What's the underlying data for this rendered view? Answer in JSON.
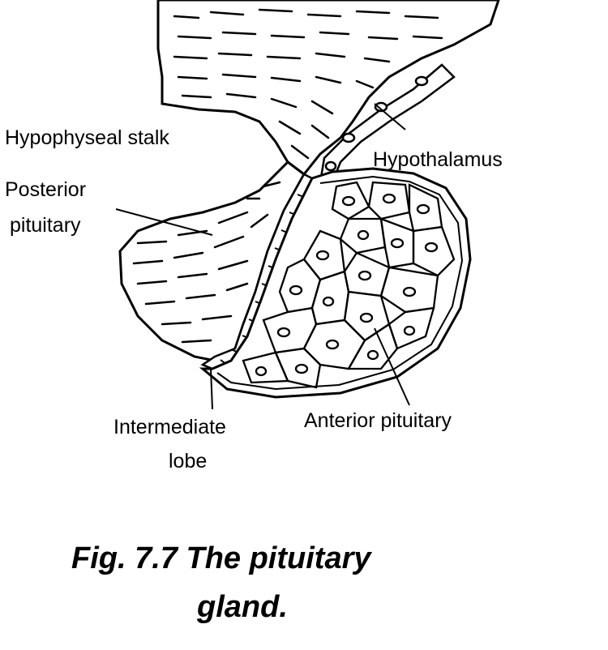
{
  "labels": {
    "hypophyseal_stalk": "Hypophyseal stalk",
    "hypothalamus": "Hypothalamus",
    "posterior_line1": "Posterior",
    "posterior_line2": "pituitary",
    "intermediate_line1": "Intermediate",
    "intermediate_line2": "lobe",
    "anterior": "Anterior pituitary"
  },
  "caption": {
    "line1": "Fig. 7.7 The pituitary",
    "line2": "gland."
  }
}
